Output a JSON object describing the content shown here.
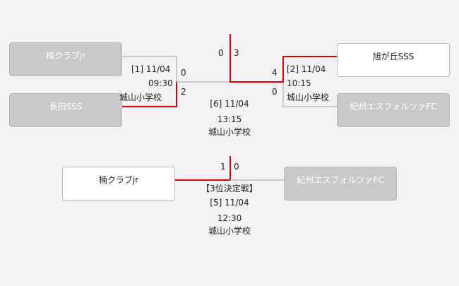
{
  "semifinal1": {
    "top_team": "楠クラブjr",
    "bottom_team": "長田SSS",
    "match_no": "[1] 11/04",
    "time": "09:30",
    "venue": "城山小学校",
    "top_score": "0",
    "bottom_score": "2"
  },
  "semifinal2": {
    "top_team": "旭が丘SSS",
    "bottom_team": "紀州エスフォルツァFC",
    "match_no": "[2] 11/04",
    "time": "10:15",
    "venue": "城山小学校",
    "top_score": "4",
    "bottom_score": "0"
  },
  "final": {
    "left_score": "0",
    "right_score": "3",
    "match_no": "[6] 11/04",
    "time": "13:15",
    "venue": "城山小学校"
  },
  "third_place": {
    "left_team": "楠クラブjr",
    "right_team": "紀州エスフォルツァFC",
    "left_score": "1",
    "right_score": "0",
    "label": "【3位決定戦】",
    "match_no": "[5] 11/04",
    "time": "12:30",
    "venue": "城山小学校"
  },
  "colors": {
    "winner_line": "#e00000",
    "loser_line": "#c9c9c9",
    "loser_box": "#c9c9c9",
    "winner_box": "#ffffff",
    "background": "#f4f2f4"
  }
}
